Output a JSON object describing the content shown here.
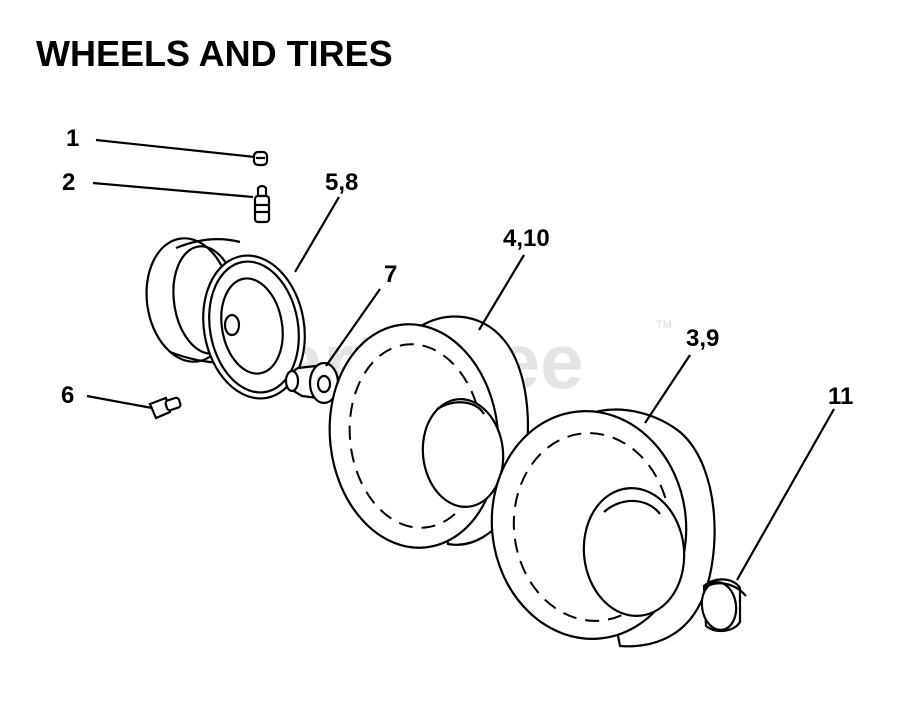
{
  "title": "WHEELS AND TIRES",
  "watermark": {
    "text": "PartsTree",
    "trademark": "TM"
  },
  "callouts": {
    "c1": "1",
    "c2": "2",
    "c58": "5,8",
    "c7": "7",
    "c410": "4,10",
    "c39": "3,9",
    "c6": "6",
    "c11": "11"
  },
  "colors": {
    "ink": "#000000",
    "background": "#ffffff",
    "watermark": "#e4e4e4"
  }
}
